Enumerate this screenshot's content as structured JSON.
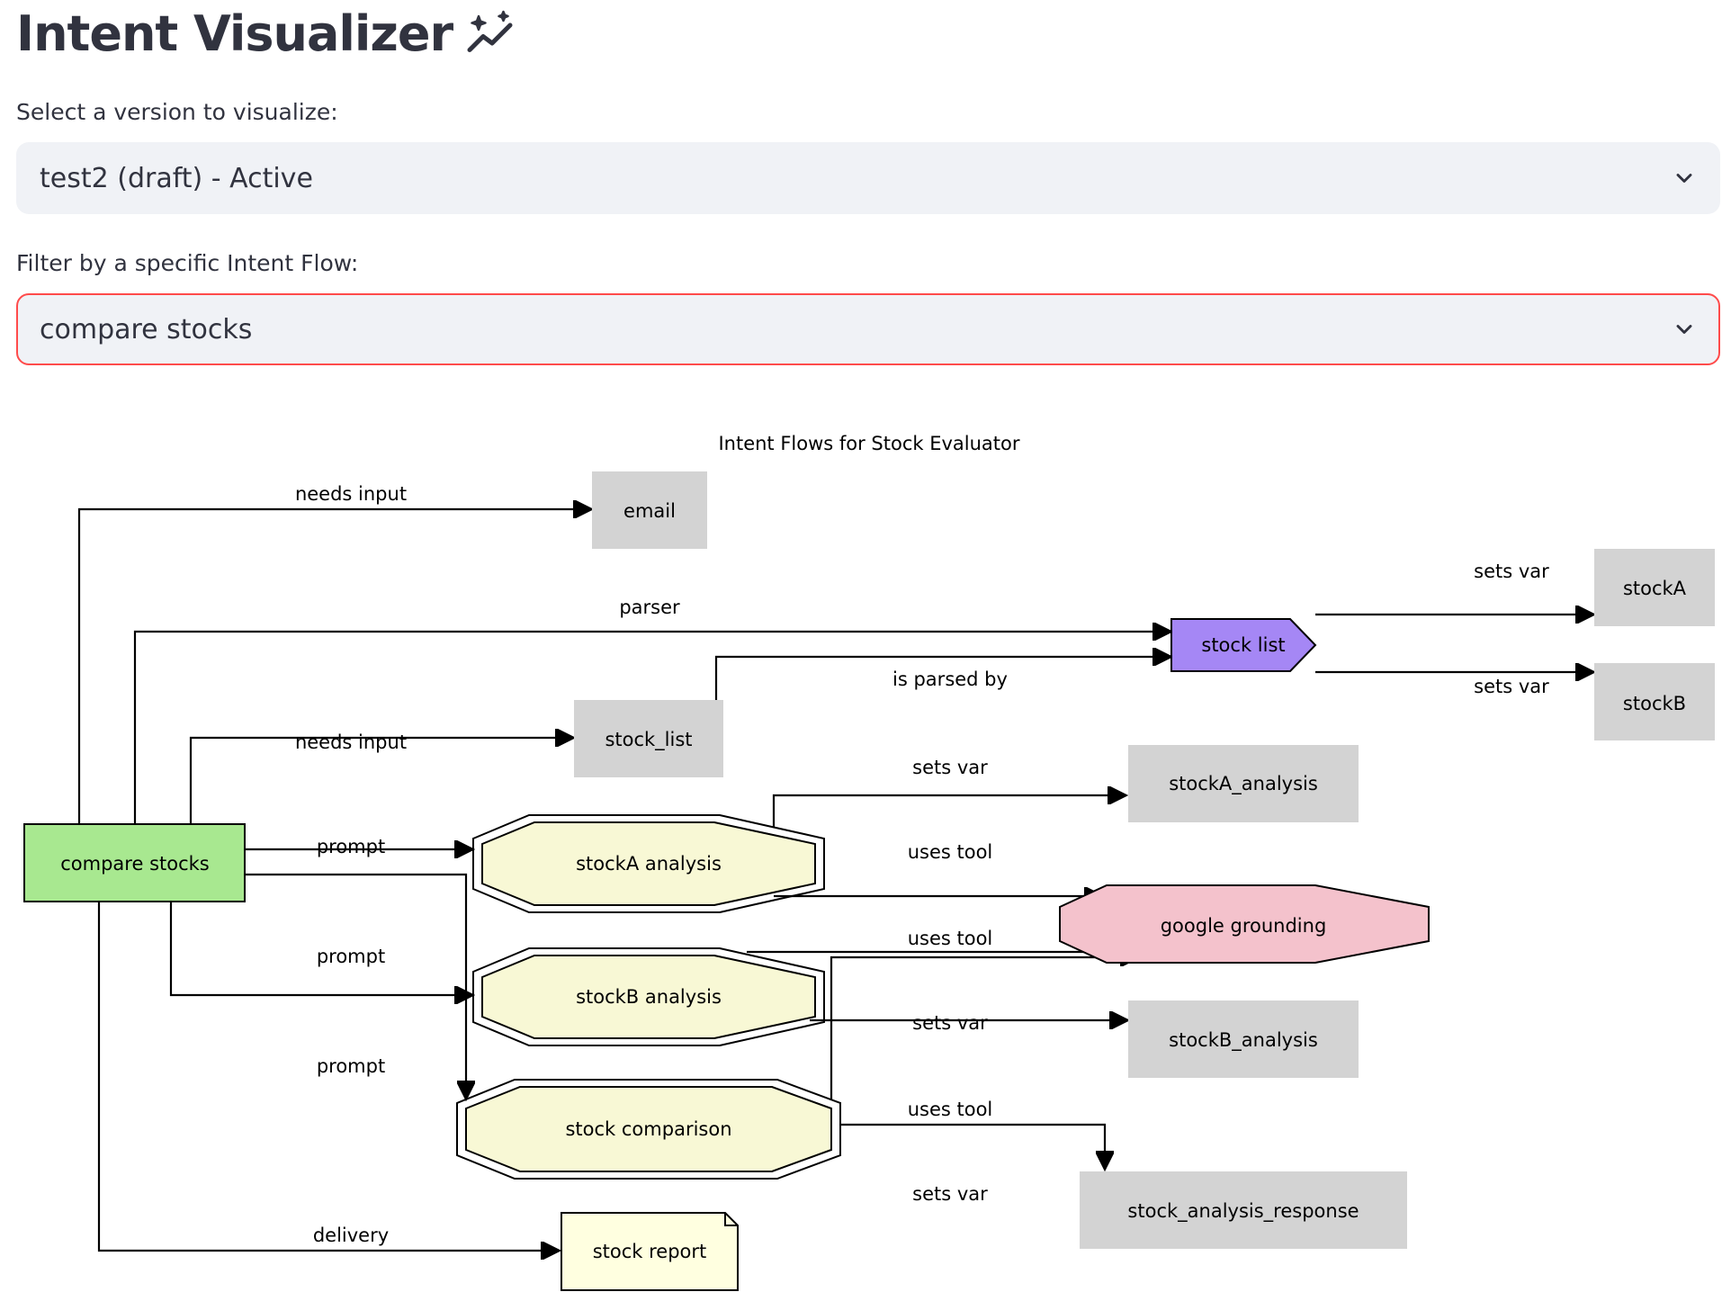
{
  "page": {
    "title": "Intent Visualizer",
    "title_icon": "sparkle-chart-icon"
  },
  "version_select": {
    "label": "Select a version to visualize:",
    "value": "test2 (draft) - Active"
  },
  "flow_select": {
    "label": "Filter by a specific Intent Flow:",
    "value": "compare stocks",
    "accent": "#ff4b4b"
  },
  "graph": {
    "title": "Intent Flows for Stock Evaluator",
    "colors": {
      "intent": "#a8e890",
      "input": "#d3d3d3",
      "parser": "#a587f5",
      "prompt": "#f8f8d5",
      "tool": "#f4c2cc",
      "delivery": "#ffffe0"
    },
    "nodes": {
      "compare_stocks": "compare stocks",
      "email": "email",
      "stock_list_input": "stock_list",
      "stock_list_parser": "stock list",
      "stockA": "stockA",
      "stockB": "stockB",
      "stockA_analysis_var": "stockA_analysis",
      "stockA_analysis_prompt": "stockA analysis",
      "stockB_analysis_prompt": "stockB analysis",
      "stock_comparison": "stock comparison",
      "google_grounding": "google grounding",
      "stockB_analysis_var": "stockB_analysis",
      "stock_analysis_response": "stock_analysis_response",
      "stock_report": "stock report"
    },
    "edge_labels": {
      "needs_input_email": "needs input",
      "parser": "parser",
      "is_parsed_by": "is parsed by",
      "needs_input_stock_list": "needs input",
      "sets_var_stockA": "sets var",
      "sets_var_stockB": "sets var",
      "sets_var_stockA_analysis": "sets var",
      "prompt_a": "prompt",
      "uses_tool_a": "uses tool",
      "prompt_b": "prompt",
      "uses_tool_b": "uses tool",
      "sets_var_stockB_analysis": "sets var",
      "prompt_c": "prompt",
      "uses_tool_c": "uses tool",
      "sets_var_response": "sets var",
      "delivery": "delivery"
    }
  }
}
